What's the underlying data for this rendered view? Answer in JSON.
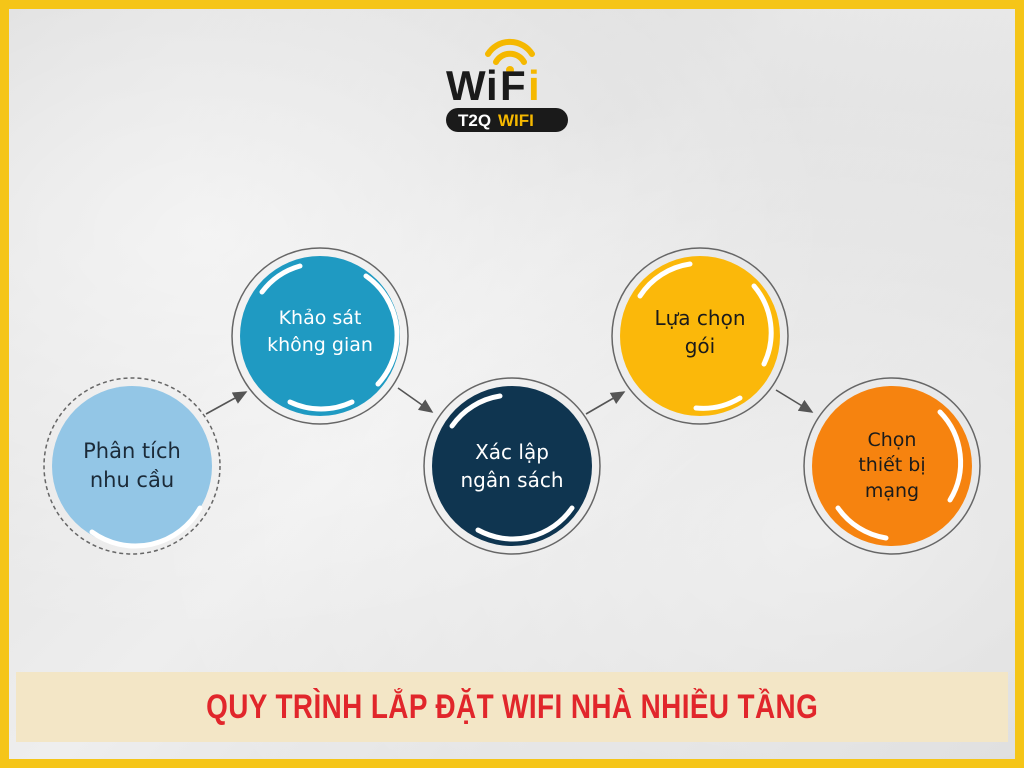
{
  "brand": {
    "logo_word": "WIFI",
    "logo_tag": "T2Q WIFI",
    "icon": "wifi-signal-icon"
  },
  "steps": [
    {
      "label": "Phân tích\nnhu cầu",
      "color": "#93c6e6"
    },
    {
      "label": "Khảo sát\nkhông gian",
      "color": "#1f9ac2"
    },
    {
      "label": "Xác lập\nngân sách",
      "color": "#0f3550"
    },
    {
      "label": "Lựa chọn\ngói",
      "color": "#fbb80a"
    },
    {
      "label": "Chọn\nthiết bị\nmạng",
      "color": "#f6830f"
    }
  ],
  "banner": {
    "title": "QUY TRÌNH LẮP ĐẶT WIFI NHÀ NHIỀU TẦNG"
  }
}
